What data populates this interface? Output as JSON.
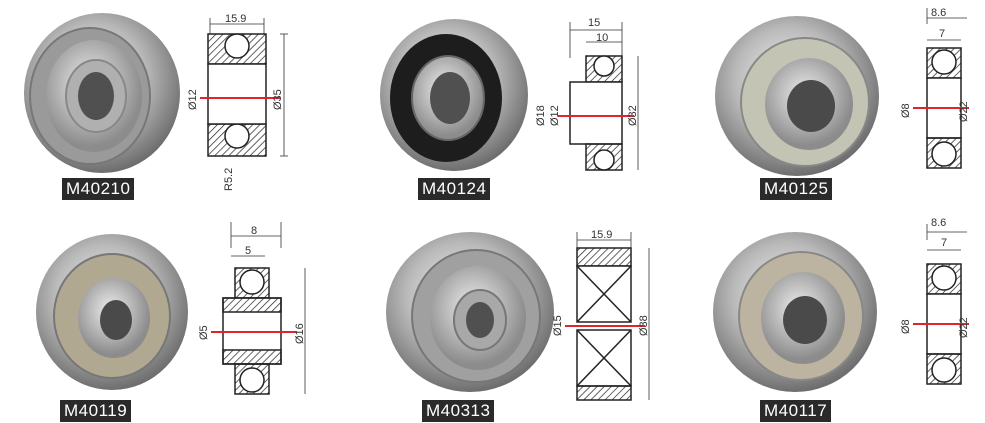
{
  "colors": {
    "axis_line": "#e0242b",
    "label_bg": "#2a2a2a",
    "label_fg": "#ffffff",
    "hatch": "#222222"
  },
  "bearings": [
    {
      "model": "M40210",
      "dims": {
        "width": "15.9",
        "bore": "Ø12",
        "outer": "Ø35",
        "radius": "R5.2"
      }
    },
    {
      "model": "M40124",
      "dims": {
        "width": "15",
        "inner_width": "10",
        "shoulder": "Ø18",
        "bore": "Ø12",
        "outer": "Ø32"
      }
    },
    {
      "model": "M40125",
      "dims": {
        "width": "8.6",
        "inner_width": "7",
        "bore": "Ø8",
        "outer": "Ø22"
      }
    },
    {
      "model": "M40119",
      "dims": {
        "width": "8",
        "inner_width": "5",
        "bore": "Ø5",
        "outer": "Ø16"
      }
    },
    {
      "model": "M40313",
      "dims": {
        "width": "15.9",
        "bore": "Ø15",
        "outer": "Ø38"
      }
    },
    {
      "model": "M40117",
      "dims": {
        "width": "8.6",
        "inner_width": "7",
        "bore": "Ø8",
        "outer": "Ø22"
      }
    }
  ]
}
